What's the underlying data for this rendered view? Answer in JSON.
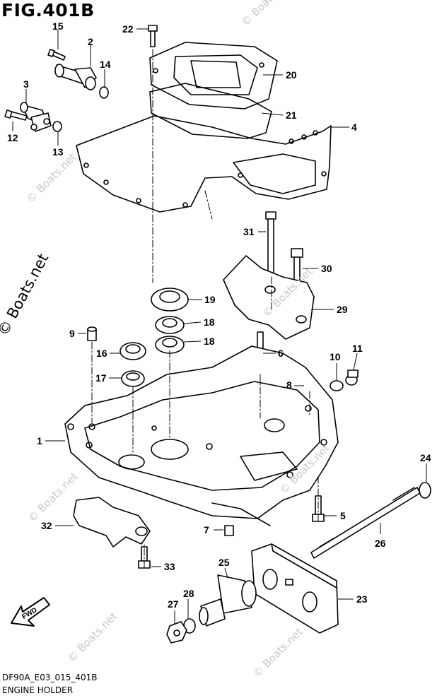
{
  "figure": {
    "title": "FIG.401B",
    "code": "DF90A_E03_015_401B",
    "caption": "ENGINE HOLDER"
  },
  "watermarks": {
    "main": "© Boats.net",
    "faint": "© Boats.net"
  },
  "fwd_label": "FWD",
  "callouts": [
    {
      "id": "c15",
      "label": "15"
    },
    {
      "id": "c2",
      "label": "2"
    },
    {
      "id": "c14",
      "label": "14"
    },
    {
      "id": "c3",
      "label": "3"
    },
    {
      "id": "c12",
      "label": "12"
    },
    {
      "id": "c13",
      "label": "13"
    },
    {
      "id": "c22",
      "label": "22"
    },
    {
      "id": "c20",
      "label": "20"
    },
    {
      "id": "c21",
      "label": "21"
    },
    {
      "id": "c4",
      "label": "4"
    },
    {
      "id": "c31",
      "label": "31"
    },
    {
      "id": "c30",
      "label": "30"
    },
    {
      "id": "c19",
      "label": "19"
    },
    {
      "id": "c29",
      "label": "29"
    },
    {
      "id": "c18a",
      "label": "18"
    },
    {
      "id": "c18b",
      "label": "18"
    },
    {
      "id": "c9",
      "label": "9"
    },
    {
      "id": "c16",
      "label": "16"
    },
    {
      "id": "c6",
      "label": "6"
    },
    {
      "id": "c10",
      "label": "10"
    },
    {
      "id": "c11",
      "label": "11"
    },
    {
      "id": "c17",
      "label": "17"
    },
    {
      "id": "c8",
      "label": "8"
    },
    {
      "id": "c1",
      "label": "1"
    },
    {
      "id": "c24",
      "label": "24"
    },
    {
      "id": "c5",
      "label": "5"
    },
    {
      "id": "c32",
      "label": "32"
    },
    {
      "id": "c7",
      "label": "7"
    },
    {
      "id": "c26",
      "label": "26"
    },
    {
      "id": "c33",
      "label": "33"
    },
    {
      "id": "c25",
      "label": "25"
    },
    {
      "id": "c23",
      "label": "23"
    },
    {
      "id": "c28",
      "label": "28"
    },
    {
      "id": "c27",
      "label": "27"
    }
  ]
}
